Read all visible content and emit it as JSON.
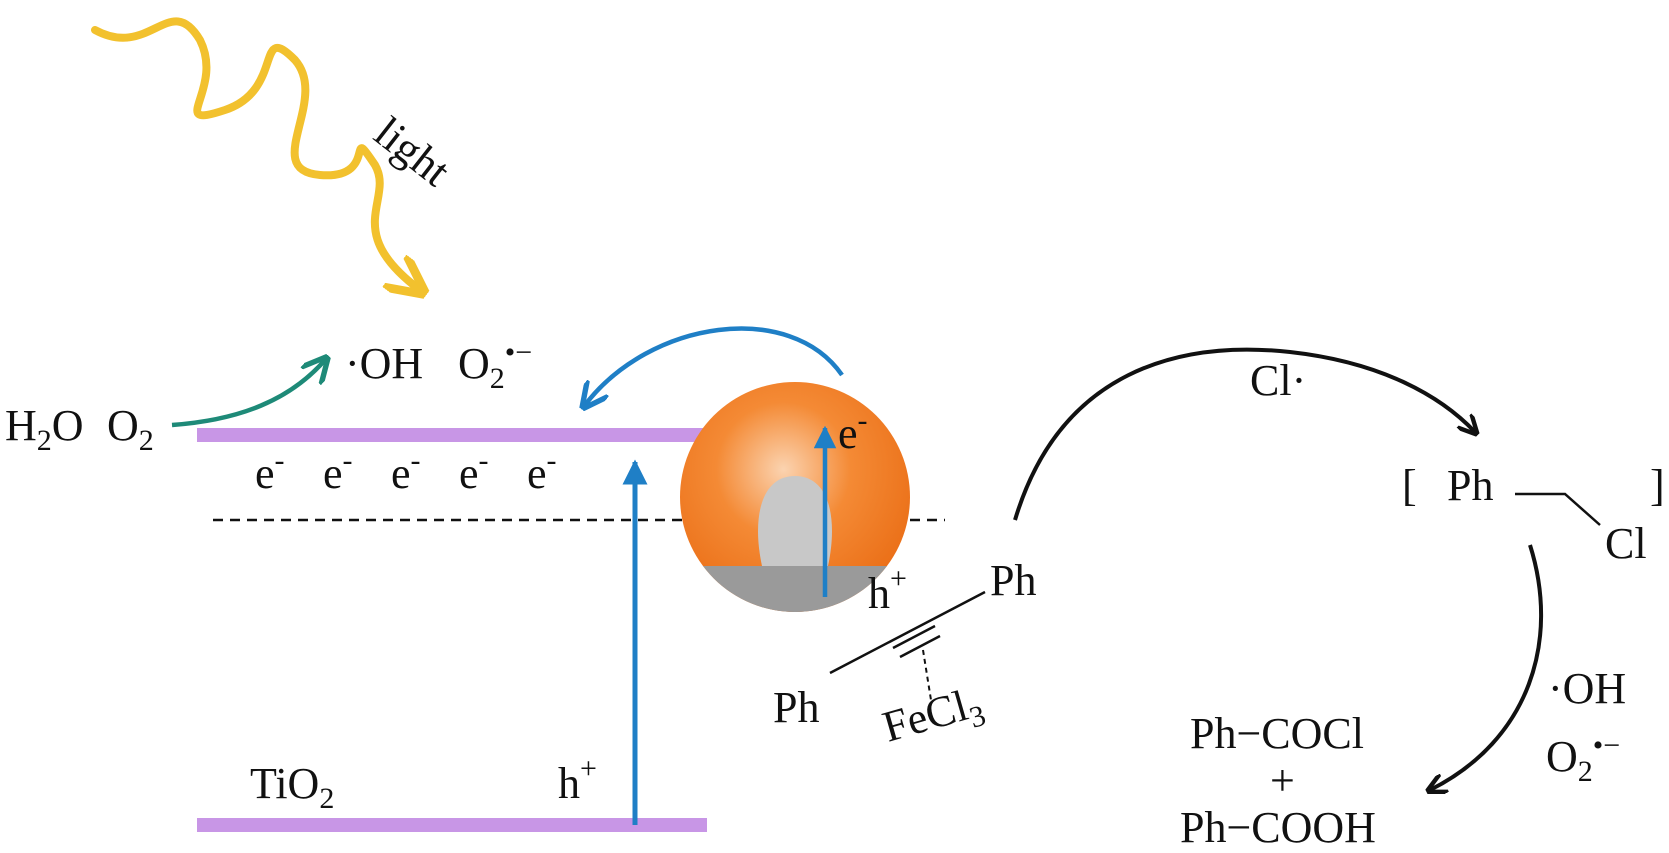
{
  "labels": {
    "light": "light",
    "oh_radical": "·OH",
    "superoxide": "O",
    "superoxide_sub": "2",
    "superoxide_sup": "•−",
    "h2o_left": "H",
    "h2o_sub": "2",
    "h2o_right": "O",
    "o2_left": "O",
    "o2_sub": "2",
    "electron": "e",
    "electron_sup": "-",
    "hole": "h",
    "hole_sup": "+",
    "tio2": "TiO",
    "tio2_sub": "2",
    "ph": "Ph",
    "fecl3": "FeCl",
    "fecl3_sub": "3",
    "cl_radical": "Cl·",
    "bracket_open": "[",
    "bracket_close": "]",
    "intermediate_ph": "Ph",
    "intermediate_cl": "Cl",
    "product1": "Ph−COCl",
    "plus": "+",
    "product2": "Ph−COOH",
    "radicals_oh": "·OH",
    "radicals_o2": "O",
    "radicals_o2_sub": "2",
    "radicals_o2_sup": "•−"
  },
  "colors": {
    "band": "#c896e6",
    "light_wave": "#f2c12e",
    "blue_arrow": "#1f7fc6",
    "teal_arrow": "#1e8a78",
    "sphere_top": "#f07a22",
    "sphere_bottom": "#9a9a9a",
    "black": "#111111"
  }
}
